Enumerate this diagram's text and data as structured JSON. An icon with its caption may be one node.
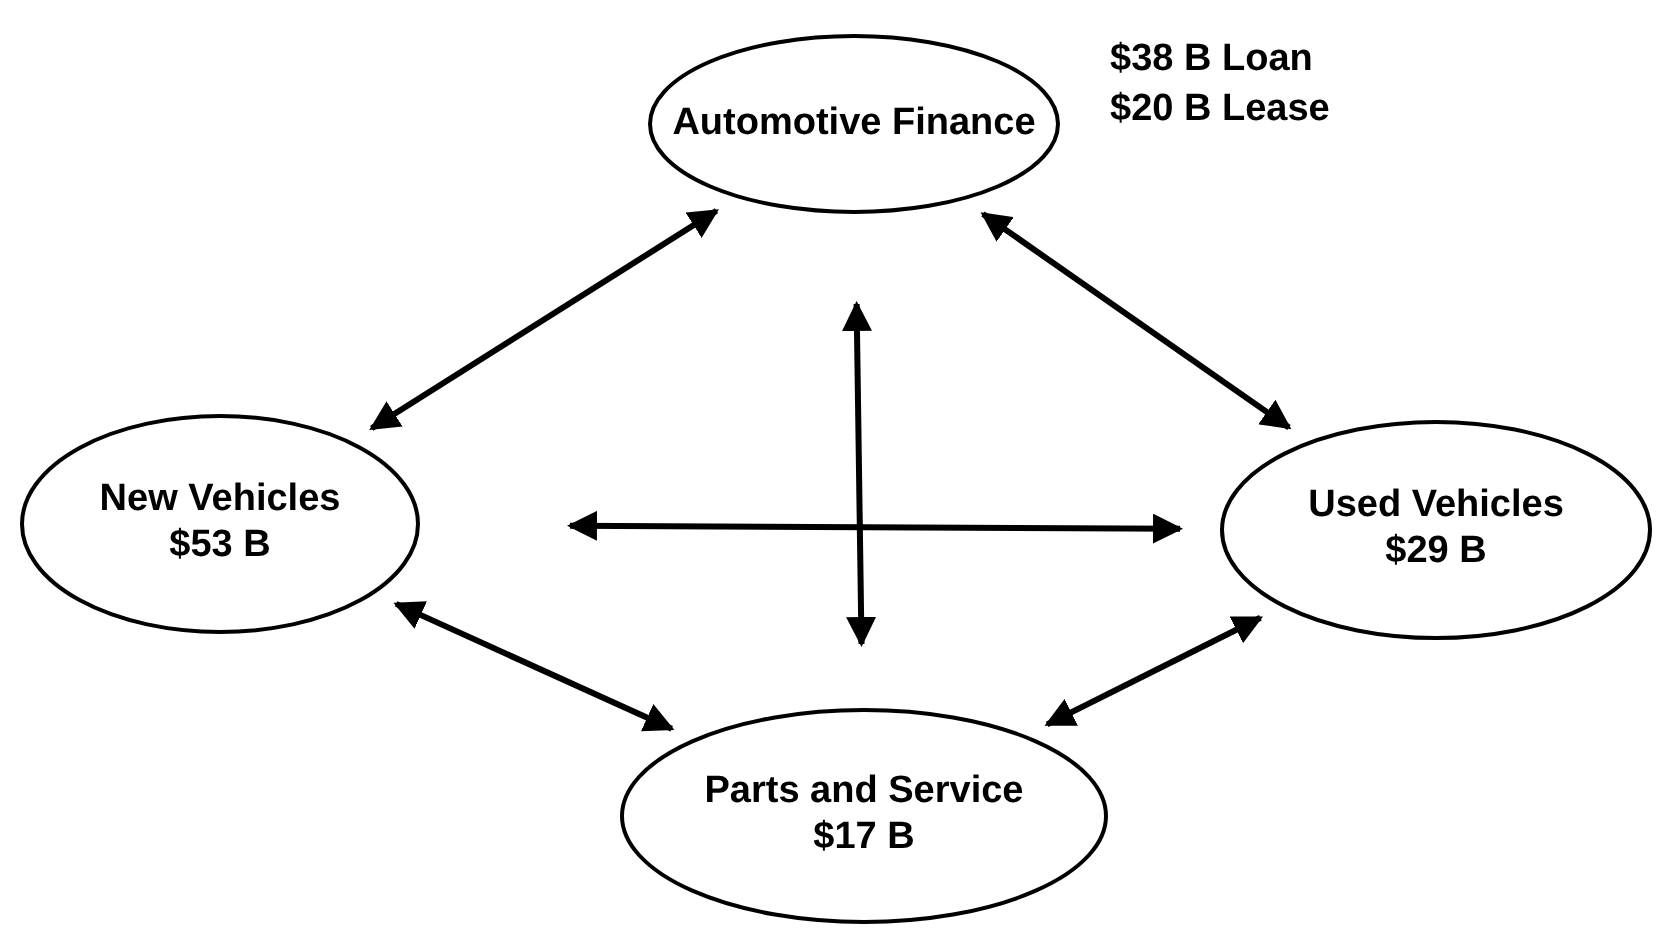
{
  "diagram": {
    "nodes": [
      {
        "text": [
          "Automotive Finance"
        ],
        "beside": [
          "$38 B Loan",
          "$20 B Lease"
        ]
      },
      {
        "text": [
          "New Vehicles",
          "$53 B"
        ]
      },
      {
        "text": [
          "Used Vehicles",
          "$29 B"
        ]
      },
      {
        "text": [
          "Parts and Service",
          "$17 B"
        ]
      }
    ],
    "edges": [
      {
        "from": 0,
        "to": 1,
        "arrow": "both"
      },
      {
        "from": 0,
        "to": 2,
        "arrow": "both"
      },
      {
        "from": 1,
        "to": 2,
        "arrow": "both"
      },
      {
        "from": 0,
        "to": 3,
        "arrow": "both"
      },
      {
        "from": 1,
        "to": 3,
        "arrow": "both"
      },
      {
        "from": 2,
        "to": 3,
        "arrow": "both"
      }
    ]
  }
}
